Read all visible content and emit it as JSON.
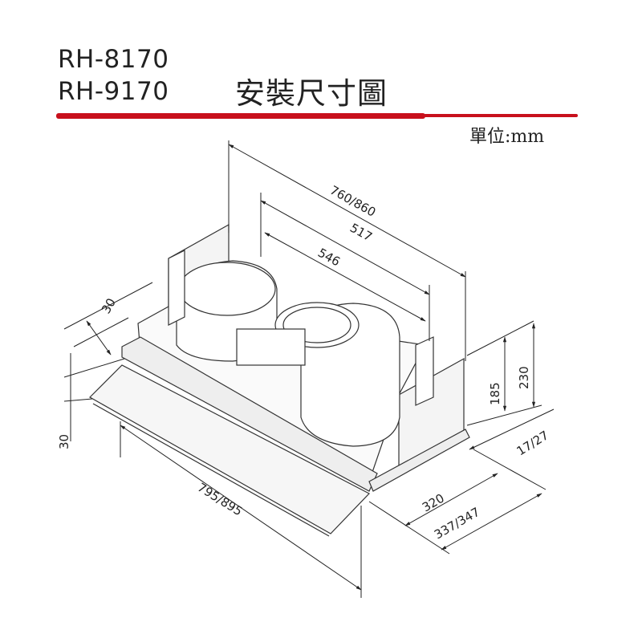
{
  "header": {
    "models": [
      "RH-8170",
      "RH-9170"
    ],
    "title": "安裝尺寸圖",
    "unit": "單位:mm",
    "accent_color": "#c8101c"
  },
  "dimensions": {
    "overall_width": "760/860",
    "inner_width_1": "517",
    "inner_width_2": "546",
    "top_offset": "30",
    "front_offset": "30",
    "visor_width": "795/895",
    "height_1": "185",
    "height_2": "230",
    "depth_offset": "17/27",
    "depth_1": "320",
    "depth_2": "337/347"
  }
}
